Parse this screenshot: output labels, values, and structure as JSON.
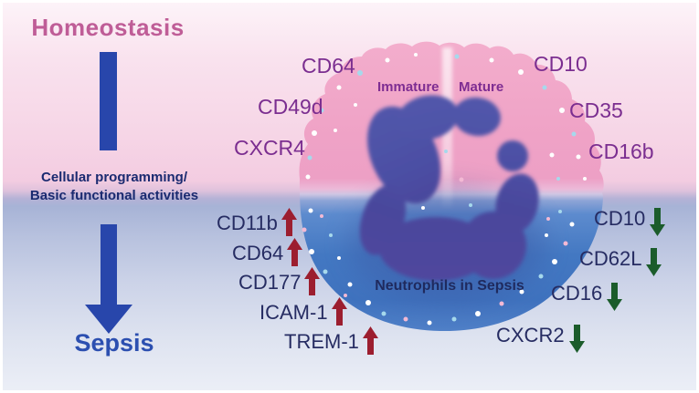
{
  "left_panel": {
    "top_label": "Homeostasis",
    "caption_line1": "Cellular programming/",
    "caption_line2": "Basic functional activities",
    "bottom_label": "Sepsis"
  },
  "cell": {
    "immature_label": "Immature",
    "mature_label": "Mature",
    "center_label": "Neutrophils in Sepsis"
  },
  "homeostasis_markers": {
    "left": [
      "CD64",
      "CD49d",
      "CXCR4"
    ],
    "right": [
      "CD10",
      "CD35",
      "CD16b"
    ]
  },
  "sepsis_markers": {
    "upregulated": [
      "CD11b",
      "CD64",
      "CD177",
      "ICAM-1",
      "TREM-1"
    ],
    "downregulated": [
      "CD10",
      "CD62L",
      "CD16",
      "CXCR2"
    ]
  },
  "icons": {
    "up_arrow_icon": "block-arrow-up",
    "down_arrow_icon": "block-arrow-down"
  },
  "colors": {
    "homeostasis_text": "#bf5d97",
    "sepsis_text": "#2c4fb0",
    "marker_purple": "#7b2e90",
    "marker_navy": "#262c62",
    "up_arrow_red": "#9c1e2f",
    "down_arrow_green": "#1b5c2b",
    "transition_arrow_blue": "#2846ab",
    "cell_pink": "#efa2c6",
    "cell_blue": "#4378c2",
    "nucleus_indigo": "#4c4fa4"
  }
}
